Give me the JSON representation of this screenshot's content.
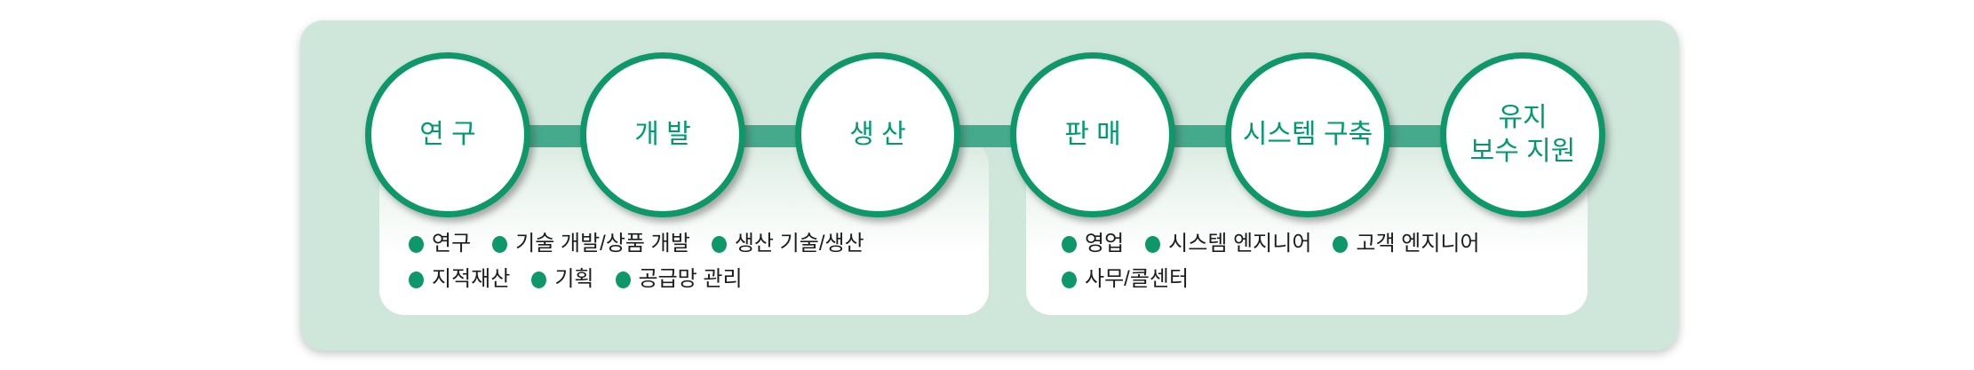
{
  "colors": {
    "container-bg": "#cfe6db",
    "box-top": "#d9ebe1",
    "circle-border": "#0e9769",
    "circle-label": "#009a6f",
    "connector": "#45aa8b",
    "bullet": "#0e9769",
    "item-text": "#1d1d1d"
  },
  "stages": [
    {
      "label": "연 구"
    },
    {
      "label": "개 발"
    },
    {
      "label": "생 산"
    },
    {
      "label": "판 매"
    },
    {
      "label": "시스템 구축"
    },
    {
      "label": "유지\n보수 지원"
    }
  ],
  "groups": [
    {
      "rows": [
        [
          "연구",
          "기술 개발/상품 개발",
          "생산 기술/생산"
        ],
        [
          "지적재산",
          "기획",
          "공급망 관리"
        ]
      ]
    },
    {
      "rows": [
        [
          "영업",
          "시스템 엔지니어",
          "고객 엔지니어"
        ],
        [
          "사무/콜센터"
        ]
      ]
    }
  ]
}
